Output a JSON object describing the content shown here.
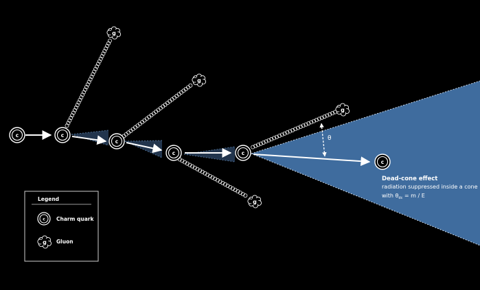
{
  "colors": {
    "background": "#000000",
    "cone_fill": "#3f6c9e",
    "cone_edge": "#c9d6e6",
    "shadow_cone": "#22354d",
    "quark_stroke": "#ffffff",
    "arrow": "#ffffff",
    "gluon_coil": "#ffffff",
    "legend_border": "#d0d0d0",
    "text": "#ffffff"
  },
  "particles": {
    "quark_symbol": "c",
    "gluon_symbol": "g"
  },
  "annotation": {
    "title": "Dead-cone effect",
    "line1": "radiation suppressed inside a cone",
    "line2_prefix": "with θ",
    "line2_subscript": "dc",
    "line2_suffix": " = m / E",
    "angle_symbol": "θ"
  },
  "legend": {
    "title": "Legend",
    "items": [
      {
        "label": "Charm quark",
        "icon": "charm-quark-icon"
      },
      {
        "label": "Gluon",
        "icon": "gluon-icon"
      }
    ]
  }
}
